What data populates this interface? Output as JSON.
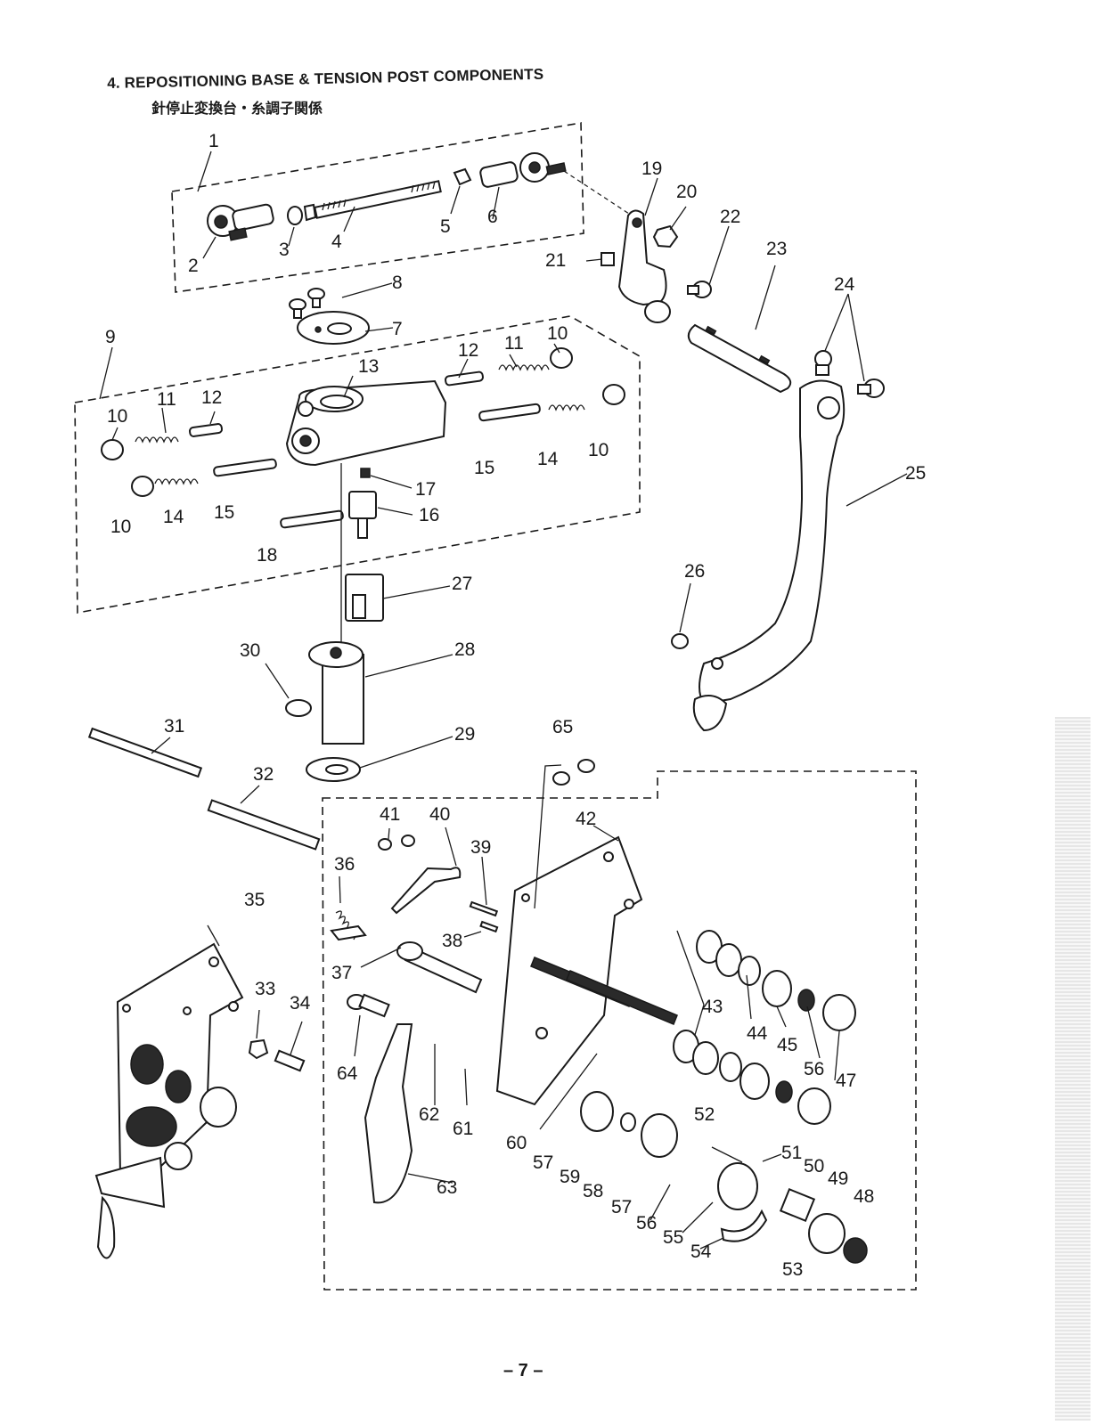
{
  "header": {
    "title": "4.  REPOSITIONING BASE & TENSION POST COMPONENTS",
    "subtitle": "針停止変換台・糸調子関係"
  },
  "footer": {
    "page": "– 7 –"
  },
  "callouts": [
    "1",
    "2",
    "3",
    "4",
    "5",
    "6",
    "7",
    "8",
    "9",
    "10",
    "11",
    "12",
    "13",
    "14",
    "15",
    "16",
    "17",
    "18",
    "19",
    "20",
    "21",
    "22",
    "23",
    "24",
    "25",
    "26",
    "27",
    "28",
    "29",
    "30",
    "31",
    "32",
    "33",
    "34",
    "35",
    "36",
    "37",
    "38",
    "39",
    "40",
    "41",
    "42",
    "43",
    "44",
    "45",
    "47",
    "48",
    "49",
    "50",
    "51",
    "52",
    "53",
    "54",
    "55",
    "56",
    "57",
    "58",
    "59",
    "60",
    "61",
    "62",
    "63",
    "64",
    "65"
  ],
  "dup_callouts": {
    "c10b": "10",
    "c10c": "10",
    "c10d": "10",
    "c11b": "11",
    "c12b": "12",
    "c14b": "14",
    "c15b": "15",
    "c43b": "43",
    "c56b": "56",
    "c57b": "57"
  }
}
